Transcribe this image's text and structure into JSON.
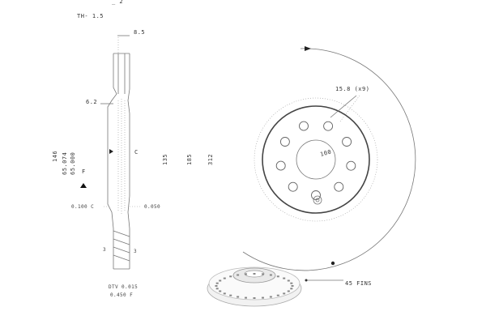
{
  "drawing": {
    "title": "",
    "thickness_note": "TH- 1.5",
    "top_partial": "_ 2",
    "dim_8_5": "8.5",
    "dim_6_2": "6.2",
    "dim_146": "146",
    "dim_65_074": "65.074",
    "dim_65_000": "65.000",
    "label_f": "F",
    "label_c": "C",
    "dim_135": "135",
    "dim_185": "185",
    "dim_312": "312",
    "tol_left": "0.100 C",
    "tol_right": "0.050",
    "mark_3a": "3",
    "mark_3b": "3",
    "bottom_tol_1": "DTV 0.015",
    "bottom_tol_2": "0.450 F",
    "bolt_holes": "15.8 (x9)",
    "hub_dia": "100",
    "fins": "45 FINS",
    "hole_count": 9
  },
  "colors": {
    "line": "#777777",
    "hub_ring": "#444444",
    "hatch": "#999999",
    "background": "#ffffff"
  }
}
